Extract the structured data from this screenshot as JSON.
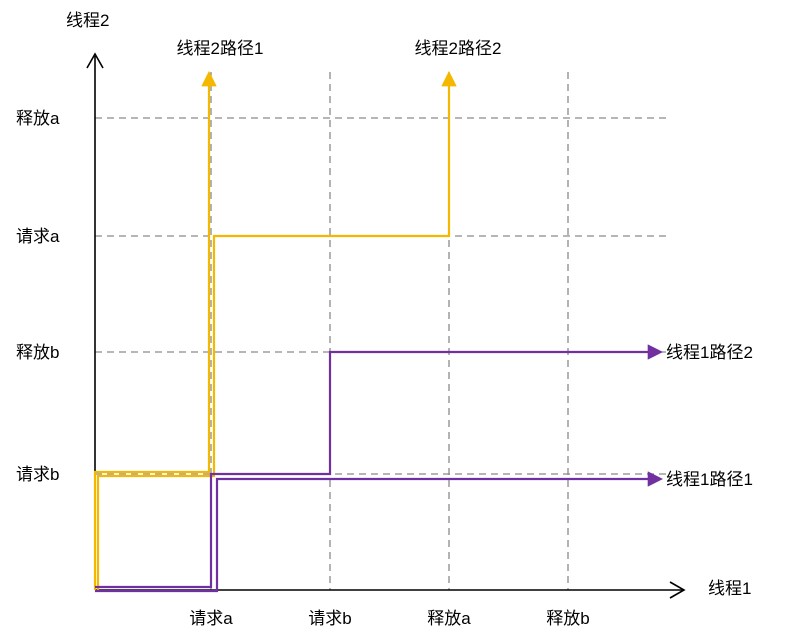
{
  "axes": {
    "x_title": "线程1",
    "y_title": "线程2",
    "x_ticks": [
      "请求a",
      "请求b",
      "释放a",
      "释放b"
    ],
    "y_ticks": [
      "请求b",
      "释放b",
      "请求a",
      "释放a"
    ]
  },
  "paths": {
    "thread2_path1": {
      "label": "线程2路径1",
      "color": "#f5b800"
    },
    "thread2_path2": {
      "label": "线程2路径2",
      "color": "#f5b800"
    },
    "thread1_path1": {
      "label": "线程1路径1",
      "color": "#7030a0"
    },
    "thread1_path2": {
      "label": "线程1路径2",
      "color": "#7030a0"
    }
  }
}
